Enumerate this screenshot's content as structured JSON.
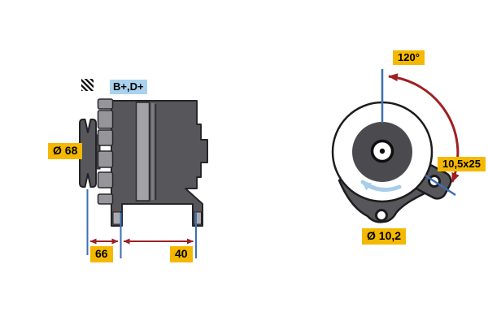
{
  "diagram": {
    "type": "alternator-technical-drawing",
    "views": {
      "side": {
        "terminal_label": "B+,D+",
        "pulley_diameter": "Ø 68",
        "dim_pulley_to_mount": "66",
        "dim_mount_span": "40"
      },
      "front": {
        "mounting_angle": "120°",
        "mounting_slot": "10,5x25",
        "mounting_hole_diameter": "Ø 10,2"
      }
    },
    "icons": {
      "hatch_icon": "v-belt-hatch-icon",
      "rotation_icon": "counterclockwise-rotation-arrow"
    },
    "colors": {
      "label_yellow": "#F5B800",
      "label_blue": "#A9D2EE",
      "dimension_blue": "#3C6FB0",
      "dimension_red": "#9E2023",
      "rotation_blue": "#A7CDE9",
      "body_gray": "#57575B",
      "stator_gray": "#A3A3A7",
      "fan_gray": "#96969A"
    }
  }
}
